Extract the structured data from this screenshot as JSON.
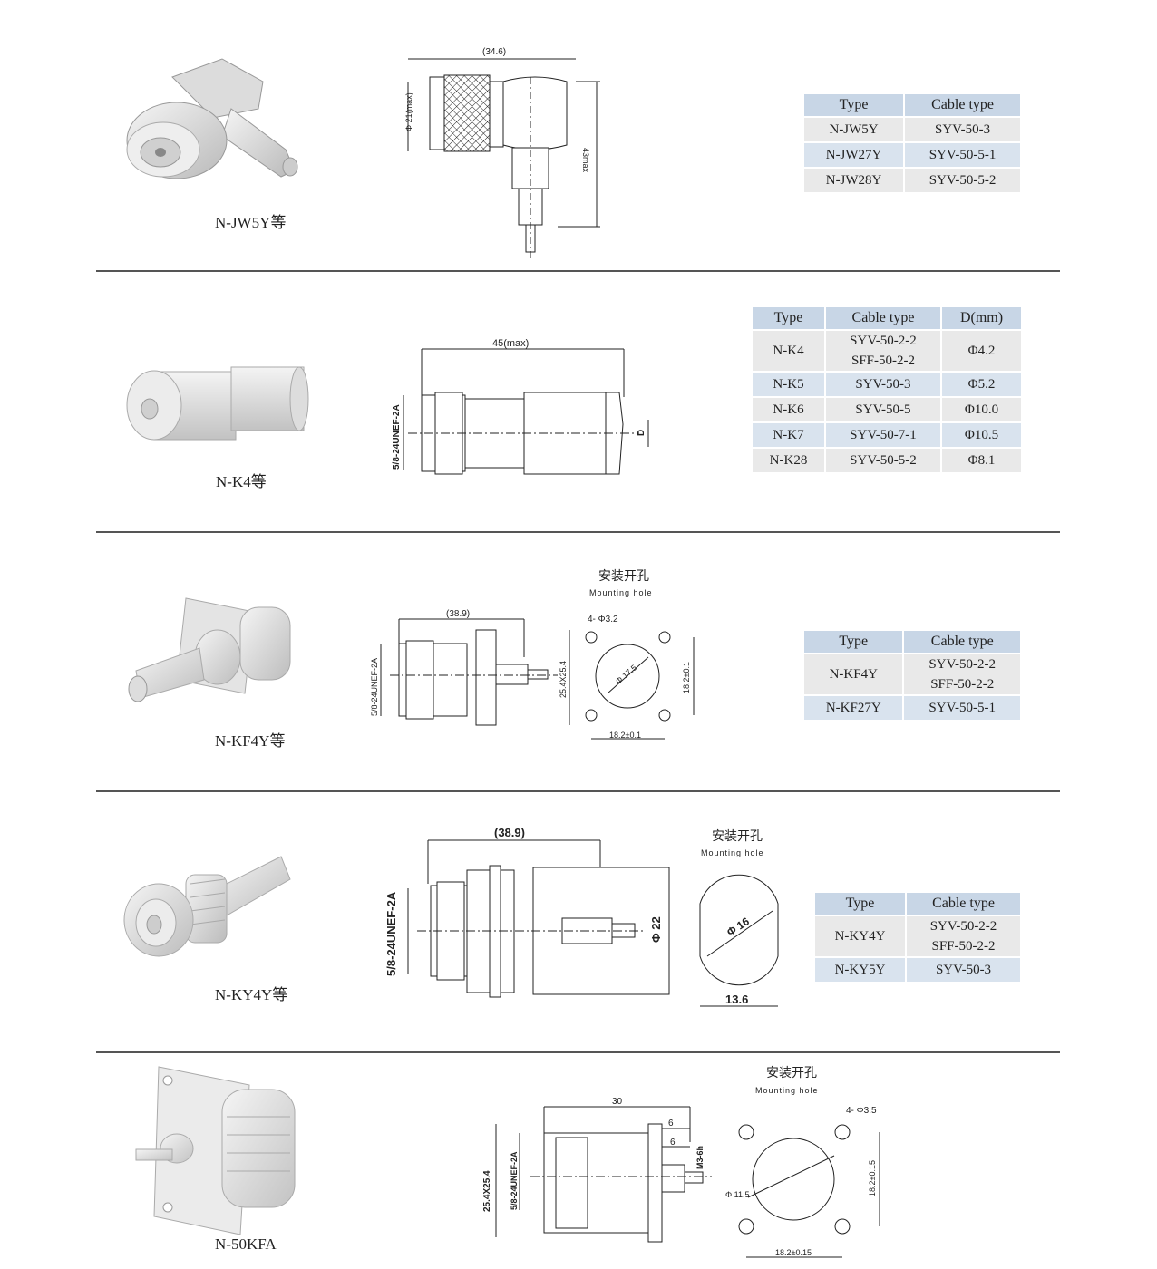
{
  "sections": [
    {
      "caption": "N-JW5Y等",
      "drawing": {
        "dims": [
          "(34.6)",
          "Φ 21(max)",
          "43max"
        ]
      },
      "table": {
        "headers": [
          "Type",
          "Cable type"
        ],
        "rows": [
          [
            "N-JW5Y",
            "SYV-50-3"
          ],
          [
            "N-JW27Y",
            "SYV-50-5-1"
          ],
          [
            "N-JW28Y",
            "SYV-50-5-2"
          ]
        ]
      }
    },
    {
      "caption": "N-K4等",
      "drawing": {
        "dims": [
          "45(max)",
          "5/8-24UNEF-2A",
          "D"
        ]
      },
      "table": {
        "headers": [
          "Type",
          "Cable type",
          "D(mm)"
        ],
        "rows": [
          [
            "N-K4",
            "SYV-50-2-2\nSFF-50-2-2",
            "Φ4.2"
          ],
          [
            "N-K5",
            "SYV-50-3",
            "Φ5.2"
          ],
          [
            "N-K6",
            "SYV-50-5",
            "Φ10.0"
          ],
          [
            "N-K7",
            "SYV-50-7-1",
            "Φ10.5"
          ],
          [
            "N-K28",
            "SYV-50-5-2",
            "Φ8.1"
          ]
        ]
      }
    },
    {
      "caption": "N-KF4Y等",
      "mounting": {
        "cn": "安装开孔",
        "en": "Mounting hole"
      },
      "drawing": {
        "dims": [
          "(38.9)",
          "5/8-24UNEF-2A",
          "25.4X25.4",
          "4- Φ3.2",
          "Φ 17.5",
          "18.2±0.1",
          "18.2±0.1"
        ]
      },
      "table": {
        "headers": [
          "Type",
          "Cable type"
        ],
        "rows": [
          [
            "N-KF4Y",
            "SYV-50-2-2\nSFF-50-2-2"
          ],
          [
            "N-KF27Y",
            "SYV-50-5-1"
          ]
        ]
      }
    },
    {
      "caption": "N-KY4Y等",
      "mounting": {
        "cn": "安装开孔",
        "en": "Mounting hole"
      },
      "drawing": {
        "dims": [
          "(38.9)",
          "5/8-24UNEF-2A",
          "Φ 22",
          "Φ 16",
          "13.6"
        ]
      },
      "table": {
        "headers": [
          "Type",
          "Cable type"
        ],
        "rows": [
          [
            "N-KY4Y",
            "SYV-50-2-2\nSFF-50-2-2"
          ],
          [
            "N-KY5Y",
            "SYV-50-3"
          ]
        ]
      }
    },
    {
      "caption": "N-50KFA",
      "mounting": {
        "cn": "安装开孔",
        "en": "Mounting hole"
      },
      "drawing": {
        "dims": [
          "30",
          "6",
          "6",
          "M3-6h",
          "25.4X25.4",
          "5/8-24UNEF-2A",
          "4- Φ3.5",
          "Φ 11.5",
          "18.2±0.15",
          "18.2±0.15"
        ]
      }
    }
  ]
}
